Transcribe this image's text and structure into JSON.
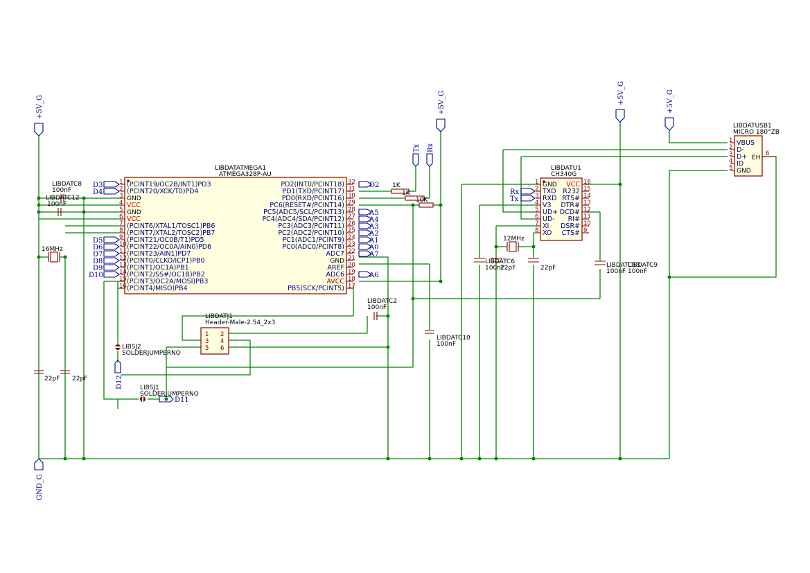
{
  "power": {
    "vcc_left": "+5V_G",
    "vcc_mid": "+5V_G",
    "vcc_ch340": "+5V_G",
    "vcc_usb": "+5V_G",
    "gnd": "GND_G"
  },
  "atmega": {
    "ref": "LIBDATATMEGA1",
    "value": "ATMEGA328P-AU",
    "left_pins": [
      {
        "num": "1",
        "name": "(PCINT19/OC2B/INT1)PD3"
      },
      {
        "num": "2",
        "name": "(PCINT20/XCK/T0)PD4"
      },
      {
        "num": "3",
        "name": "GND"
      },
      {
        "num": "4",
        "name": "VCC"
      },
      {
        "num": "5",
        "name": "GND"
      },
      {
        "num": "6",
        "name": "VCC"
      },
      {
        "num": "7",
        "name": "(PCINT6/XTAL1/TOSC1)PB6"
      },
      {
        "num": "8",
        "name": "(PCINT7/XTAL2/TOSC2)PB7"
      },
      {
        "num": "9",
        "name": "(PCINT21/OC0B/T1)PD5"
      },
      {
        "num": "10",
        "name": "(PCINT22/OC0A/AIN0)PD6"
      },
      {
        "num": "11",
        "name": "(PCINT23/AIN1)PD7"
      },
      {
        "num": "12",
        "name": "(PCINT0/CLKO/ICP1)PB0"
      },
      {
        "num": "13",
        "name": "(PCINT1/OC1A)PB1"
      },
      {
        "num": "14",
        "name": "(PCINT2/SS#/OC1B)PB2"
      },
      {
        "num": "15",
        "name": "(PCINT3/OC2A/MOSI)PB3"
      },
      {
        "num": "16",
        "name": "(PCINT4/MISO)PB4"
      }
    ],
    "right_pins": [
      {
        "num": "32",
        "name": "PD2(INT0/PCINT18)"
      },
      {
        "num": "31",
        "name": "PD1(TXD/PCINT17)"
      },
      {
        "num": "30",
        "name": "PD0(RXD/PCINT16)"
      },
      {
        "num": "29",
        "name": "PC6(RESET#/PCINT14)"
      },
      {
        "num": "28",
        "name": "PC5(ADC5/SCL/PCINT13)"
      },
      {
        "num": "27",
        "name": "PC4(ADC4/SDA/PCINT12)"
      },
      {
        "num": "26",
        "name": "PC3(ADC3/PCINT11)"
      },
      {
        "num": "25",
        "name": "PC2(ADC2/PCINT10)"
      },
      {
        "num": "24",
        "name": "PC1(ADC1/PCINT9)"
      },
      {
        "num": "23",
        "name": "PC0(ADC0/PCINT8)"
      },
      {
        "num": "22",
        "name": "ADC7"
      },
      {
        "num": "21",
        "name": "GND"
      },
      {
        "num": "20",
        "name": "AREF"
      },
      {
        "num": "19",
        "name": "ADC6"
      },
      {
        "num": "18",
        "name": "AVCC"
      },
      {
        "num": "17",
        "name": "PB5(SCK/PCINT5)"
      }
    ],
    "left_flags": [
      "D3",
      "D4",
      "D5",
      "D6",
      "D7",
      "D8",
      "D9",
      "D10"
    ],
    "right_flags": [
      "D2",
      "A5",
      "A4",
      "A3",
      "A2",
      "A1",
      "A0",
      "A7",
      "A6"
    ]
  },
  "ch340": {
    "ref": "LIBDATU1",
    "value": "CH340G",
    "left_pins": [
      {
        "num": "1",
        "name": "GND"
      },
      {
        "num": "2",
        "name": "TXD"
      },
      {
        "num": "3",
        "name": "RXD"
      },
      {
        "num": "4",
        "name": "V3"
      },
      {
        "num": "5",
        "name": "UD+"
      },
      {
        "num": "6",
        "name": "UD-"
      },
      {
        "num": "7",
        "name": "XI"
      },
      {
        "num": "8",
        "name": "XO"
      }
    ],
    "right_pins": [
      {
        "num": "16",
        "name": "VCC"
      },
      {
        "num": "15",
        "name": "R232"
      },
      {
        "num": "14",
        "name": "RTS#"
      },
      {
        "num": "13",
        "name": "DTR#"
      },
      {
        "num": "12",
        "name": "DCD#"
      },
      {
        "num": "11",
        "name": "RI#"
      },
      {
        "num": "10",
        "name": "DSR#"
      },
      {
        "num": "9",
        "name": "CTS#"
      }
    ],
    "flags": [
      "Rx",
      "Tx"
    ]
  },
  "usb": {
    "ref": "LIBDATUSB1",
    "value": "MICRO 180°ZB",
    "pins": [
      {
        "num": "1",
        "name": "VBUS"
      },
      {
        "num": "2",
        "name": "D-"
      },
      {
        "num": "3",
        "name": "D+"
      },
      {
        "num": "4",
        "name": "ID"
      },
      {
        "num": "5",
        "name": "GND"
      }
    ],
    "eh_label": "EH",
    "eh_num": "6"
  },
  "header": {
    "ref": "LIBDATJ1",
    "value": "Header-Male-2.54_2x3",
    "pins": [
      "1",
      "2",
      "3",
      "4",
      "5",
      "6"
    ]
  },
  "jumpers": {
    "j2_ref": "LIBSJ2",
    "j2_value": "SOLDERJUMPERNO",
    "j2_flag": "D12",
    "j1_ref": "LIBSJ1",
    "j1_value": "SOLDERJUMPERNO",
    "j1_flag": "D11"
  },
  "parts": {
    "c8_ref": "LIBDATC8",
    "c8_val": "100nF",
    "c12_ref": "LIBDATC12",
    "c12_val": "100nF",
    "x1_val": "16MHz",
    "c_left1": "22pF",
    "c_left2": "22pF",
    "c2_ref": "LIBDATC2",
    "c2_val": "100nF",
    "c10_ref": "LIBDATC10",
    "c10_val": "100nF",
    "r1_val": "1K",
    "r2_val": "1K",
    "r3_val": "10K",
    "tx_flag": "Tx",
    "rx_flag": "Rx",
    "x2_val": "12MHz",
    "c6_ref": "LIBDATC6",
    "c6_val": "100nF",
    "c_ch1": "22pF",
    "c_ch2": "22pF",
    "c13_ref": "LIBDATC13",
    "c13_val": "100nF",
    "c9_ref": "LIBDATC9",
    "c9_val": "100nF"
  }
}
